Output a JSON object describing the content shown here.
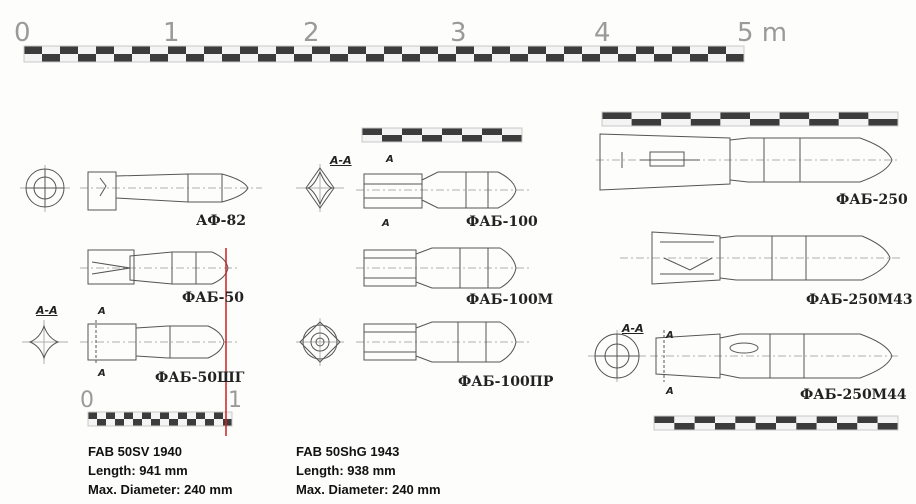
{
  "main_scale": {
    "tick_labels": [
      "0",
      "1",
      "2",
      "3",
      "4",
      "5 m"
    ]
  },
  "small_scale": {
    "tick_labels": [
      "0",
      "1"
    ]
  },
  "bombs": [
    {
      "label": "АФ-82"
    },
    {
      "label": "ФАБ-100"
    },
    {
      "label": "ФАБ-250"
    },
    {
      "label": "ФАБ-50"
    },
    {
      "label": "ФАБ-100М"
    },
    {
      "label": "ФАБ-250М43"
    },
    {
      "label": "ФАБ-50ШГ"
    },
    {
      "label": "ФАБ-100ПР"
    },
    {
      "label": "ФАБ-250М44"
    }
  ],
  "section_marks": {
    "section": "A-A",
    "cut": "A"
  },
  "specs": [
    {
      "title": "FAB 50SV 1940",
      "length": "Length:  941 mm",
      "diameter": "Max. Diameter:  240 mm"
    },
    {
      "title": "FAB 50ShG 1943",
      "length": "Length:  938 mm",
      "diameter": "Max. Diameter:  240 mm"
    }
  ],
  "colors": {
    "scale_dark": "#3c3c3c",
    "scale_light": "#c9c9c9",
    "scale_label": "#9a9a9a",
    "line": "#555555",
    "centerline": "#b0b0b0",
    "red_marker": "#d02020"
  }
}
